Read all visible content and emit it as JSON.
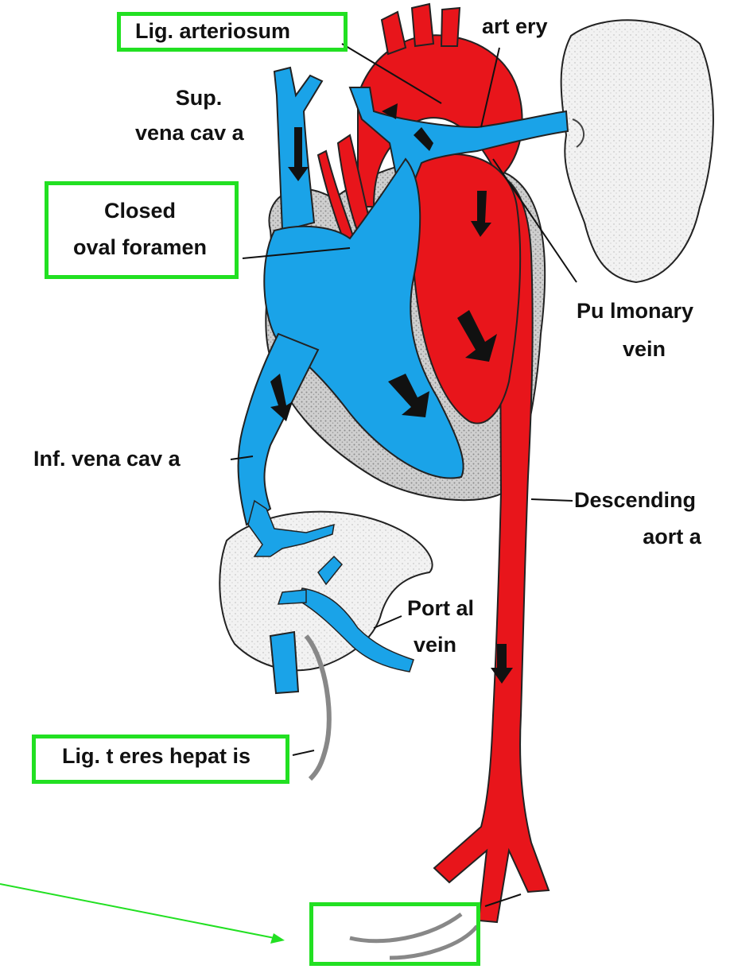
{
  "labels": {
    "lig_arteriosum": "Lig. arteriosum",
    "artery": "art ery",
    "sup_vena_cava_1": "Sup.",
    "sup_vena_cava_2": "vena cav a",
    "closed_1": "Closed",
    "closed_2": "oval foramen",
    "pulmonary_1": "Pu lmonary",
    "pulmonary_2": "vein",
    "inf_vena_cava": "Inf. vena cav a",
    "descending_1": "Descending",
    "descending_2": "aort a",
    "portal_1": "Port al",
    "portal_2": "vein",
    "lig_teres": "Lig. t eres hepat is"
  },
  "colors": {
    "highlight_box": "#22e022",
    "pointer_arrow": "#22e022",
    "arterial": "#e8151b",
    "venous": "#1aa3e8",
    "tissue": "#d8d8d8"
  }
}
